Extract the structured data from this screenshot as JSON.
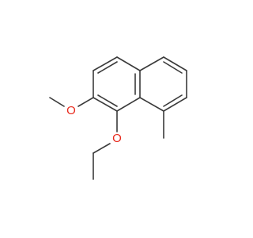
{
  "molecule": {
    "colors": {
      "bond": "#3a3a3a",
      "oxygen": "#e8291c",
      "background": "#ffffff"
    },
    "atoms": {
      "methoxy_oxygen": {
        "label": "O",
        "element": "oxygen"
      },
      "ethoxy_oxygen": {
        "label": "O",
        "element": "oxygen"
      }
    }
  }
}
